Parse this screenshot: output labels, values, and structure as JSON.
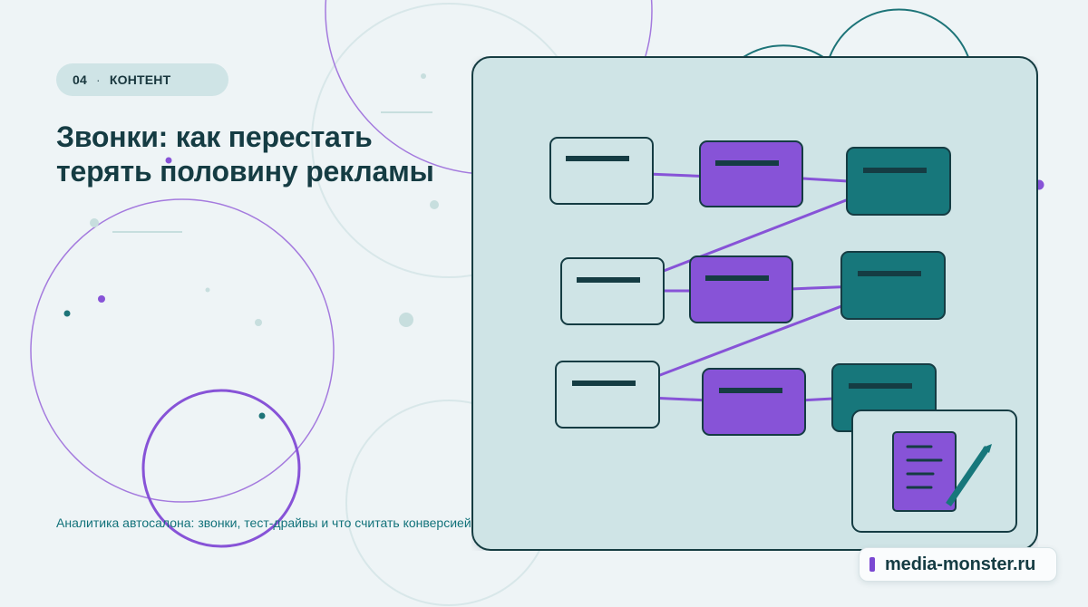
{
  "slide": {
    "number": "04",
    "separator": "·",
    "section": "КОНТЕНТ",
    "title_line_1": "Звонки: как перестать",
    "title_line_2": "терять половину рекламы",
    "subtitle": "Аналитика автосалона: звонки, тест-драйвы и что считать конверсией"
  },
  "brand": {
    "label": "media-monster.ru"
  },
  "colors": {
    "background": "#eef4f6",
    "text": "#153c43",
    "accent_teal": "#17777b",
    "accent_purple": "#8753d7",
    "panel": "#cfe4e6"
  },
  "icons": [
    "document-icon",
    "pencil-icon",
    "decorative-circles"
  ]
}
